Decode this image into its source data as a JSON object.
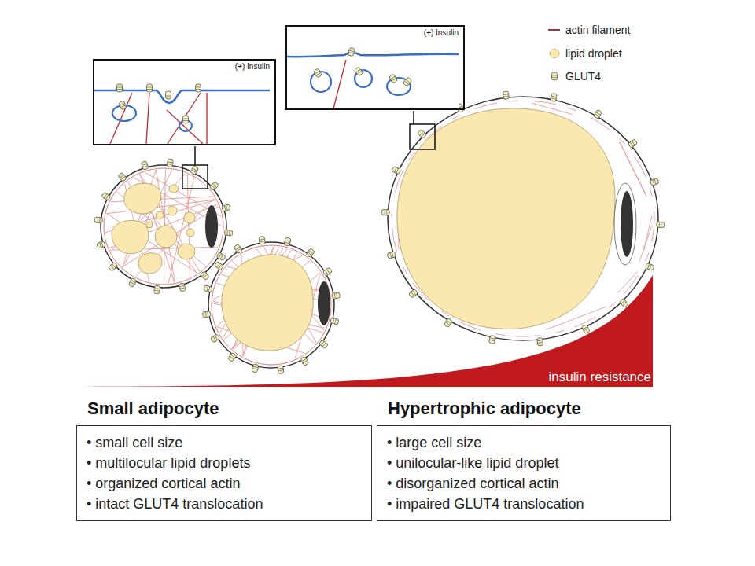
{
  "diagram": {
    "nodes": [
      {
        "text": [
          "(+) Insulin"
        ]
      },
      {
        "text": [
          "(+) Insulin"
        ]
      },
      {
        "text": [
          "insulin resistance"
        ]
      },
      {
        "text": [
          "Small adipocyte",
          "• small cell size",
          "• multilocular lipid droplets",
          "• organized cortical actin",
          "• intact GLUT4 translocation"
        ]
      },
      {
        "text": [
          "Hypertrophic adipocyte",
          "• large cell size",
          "• unilocular-like lipid droplet",
          "• disorganized cortical actin",
          "• impaired GLUT4 translocation"
        ]
      }
    ],
    "legend": [
      {
        "text": "actin filament"
      },
      {
        "text": "lipid droplet"
      },
      {
        "text": "GLUT4"
      }
    ]
  }
}
